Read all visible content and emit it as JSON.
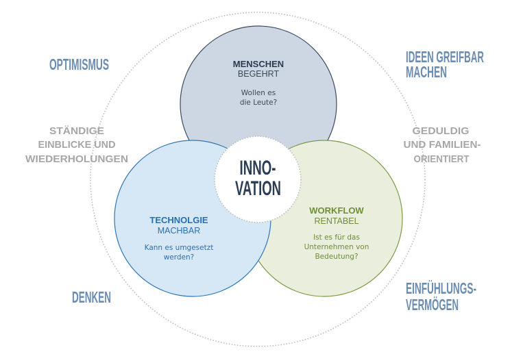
{
  "center": {
    "lines": [
      "INNO-",
      "VATION"
    ]
  },
  "circles": {
    "people": {
      "title": "MENSCHEN",
      "subtitle": "BEGEHRT",
      "question": [
        "Wollen es",
        "die Leute?"
      ]
    },
    "technology": {
      "title": "TECHNOLGIE",
      "subtitle": "MACHBAR",
      "question": [
        "Kann es umgesetzt",
        "werden?"
      ]
    },
    "workflow": {
      "title": "WORKFLOW",
      "subtitle": "RENTABEL",
      "question": [
        "Ist es für das",
        "Unternehmen von",
        "Bedeutung?"
      ]
    }
  },
  "labels": {
    "optimism": [
      "OPTIMISMUS"
    ],
    "tangible": [
      "IDEEN GREIFBAR",
      "MACHEN"
    ],
    "thinking": [
      "DENKEN"
    ],
    "empathy": [
      "EINFÜHLUNGS-",
      "VERMÖGEN"
    ],
    "insights": [
      "STÄNDIGE",
      "EINBLICKE UND",
      "WIEDERHOLUNGEN"
    ],
    "patient": [
      "GEDULDIG",
      "UND FAMILIEN-",
      "ORIENTIERT"
    ]
  },
  "colors": {
    "people_fill": "#cdd7e3",
    "people_stroke": "#3b4a5e",
    "people_text": "#2b3a4e",
    "technology_fill": "#d6e8f6",
    "technology_stroke": "#2e75b5",
    "technology_text": "#2470b0",
    "workflow_fill": "#e9eedd",
    "workflow_stroke": "#7a9a45",
    "workflow_text": "#6e8f36",
    "center_text": "#2b3d55",
    "blue_label": "#6a8cb2",
    "gray_label": "#a6a6a6",
    "dotted": "#bdbdbd"
  }
}
